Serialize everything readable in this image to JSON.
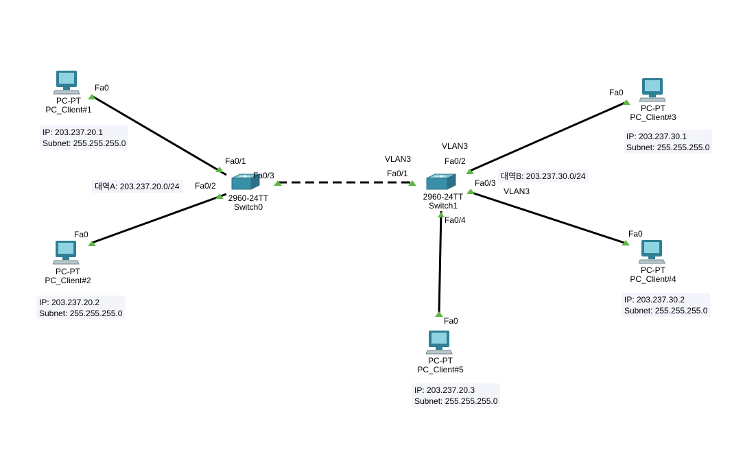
{
  "colors": {
    "link": "#000000",
    "port_up": "#5fb845",
    "pc_body": "#2f7f95",
    "pc_screen": "#8fd3e3",
    "switch_body": "#3a8fa8",
    "note_bg": "#f3f5fb"
  },
  "switches": {
    "switch0": {
      "model": "2960-24TT",
      "name": "Switch0",
      "icon": "switch-icon"
    },
    "switch1": {
      "model": "2960-24TT",
      "name": "Switch1",
      "icon": "switch-icon"
    }
  },
  "pcs": {
    "pc1": {
      "type": "PC-PT",
      "name": "PC_Client#1",
      "port": "Fa0",
      "ip": "IP: 203.237.20.1",
      "subnet": "Subnet: 255.255.255.0",
      "icon": "pc-icon"
    },
    "pc2": {
      "type": "PC-PT",
      "name": "PC_Client#2",
      "port": "Fa0",
      "ip": "IP: 203.237.20.2",
      "subnet": "Subnet: 255.255.255.0",
      "icon": "pc-icon"
    },
    "pc3": {
      "type": "PC-PT",
      "name": "PC_Client#3",
      "port": "Fa0",
      "ip": "IP: 203.237.30.1",
      "subnet": "Subnet: 255.255.255.0",
      "icon": "pc-icon"
    },
    "pc4": {
      "type": "PC-PT",
      "name": "PC_Client#4",
      "port": "Fa0",
      "ip": "IP: 203.237.30.2",
      "subnet": "Subnet: 255.255.255.0",
      "icon": "pc-icon"
    },
    "pc5": {
      "type": "PC-PT",
      "name": "PC_Client#5",
      "port": "Fa0",
      "ip": "IP: 203.237.20.3",
      "subnet": "Subnet: 255.255.255.0",
      "icon": "pc-icon"
    }
  },
  "switch_ports": {
    "sw0_fa01": "Fa0/1",
    "sw0_fa02": "Fa0/2",
    "sw0_fa03": "Fa0/3",
    "sw1_fa01": "Fa0/1",
    "sw1_fa02": "Fa0/2",
    "sw1_fa03": "Fa0/3",
    "sw1_fa04": "Fa0/4"
  },
  "vlans": {
    "trunk_vlan": "VLAN3",
    "sw1_fa02_vlan": "VLAN3",
    "sw1_fa03_vlan": "VLAN3"
  },
  "notes": {
    "range_a": "대역A: 203.237.20.0/24",
    "range_b": "대역B: 203.237.30.0/24"
  }
}
